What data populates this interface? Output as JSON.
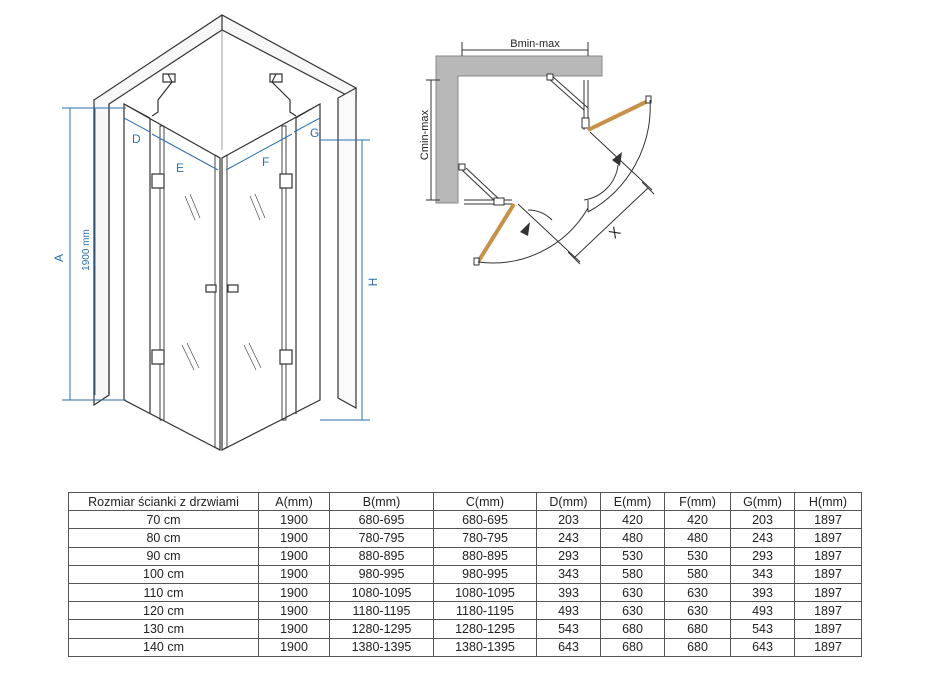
{
  "labels": {
    "a": "A",
    "height_mm": "1900 mm",
    "d": "D",
    "e": "E",
    "f": "F",
    "g": "G",
    "h": "H",
    "b_range": "Bmin-max",
    "c_range": "Cmin-max",
    "x": "X"
  },
  "colors": {
    "dimension": "#2a6fb0",
    "door": "#c8914a",
    "wall": "#b8b8b8"
  },
  "table": {
    "headers": [
      "Rozmiar ścianki z drzwiami",
      "A(mm)",
      "B(mm)",
      "C(mm)",
      "D(mm)",
      "E(mm)",
      "F(mm)",
      "G(mm)",
      "H(mm)"
    ],
    "rows": [
      [
        "70 cm",
        "1900",
        "680-695",
        "680-695",
        "203",
        "420",
        "420",
        "203",
        "1897"
      ],
      [
        "80 cm",
        "1900",
        "780-795",
        "780-795",
        "243",
        "480",
        "480",
        "243",
        "1897"
      ],
      [
        "90 cm",
        "1900",
        "880-895",
        "880-895",
        "293",
        "530",
        "530",
        "293",
        "1897"
      ],
      [
        "100 cm",
        "1900",
        "980-995",
        "980-995",
        "343",
        "580",
        "580",
        "343",
        "1897"
      ],
      [
        "110 cm",
        "1900",
        "1080-1095",
        "1080-1095",
        "393",
        "630",
        "630",
        "393",
        "1897"
      ],
      [
        "120 cm",
        "1900",
        "1180-1195",
        "1180-1195",
        "493",
        "630",
        "630",
        "493",
        "1897"
      ],
      [
        "130 cm",
        "1900",
        "1280-1295",
        "1280-1295",
        "543",
        "680",
        "680",
        "543",
        "1897"
      ],
      [
        "140 cm",
        "1900",
        "1380-1395",
        "1380-1395",
        "643",
        "680",
        "680",
        "643",
        "1897"
      ]
    ]
  }
}
